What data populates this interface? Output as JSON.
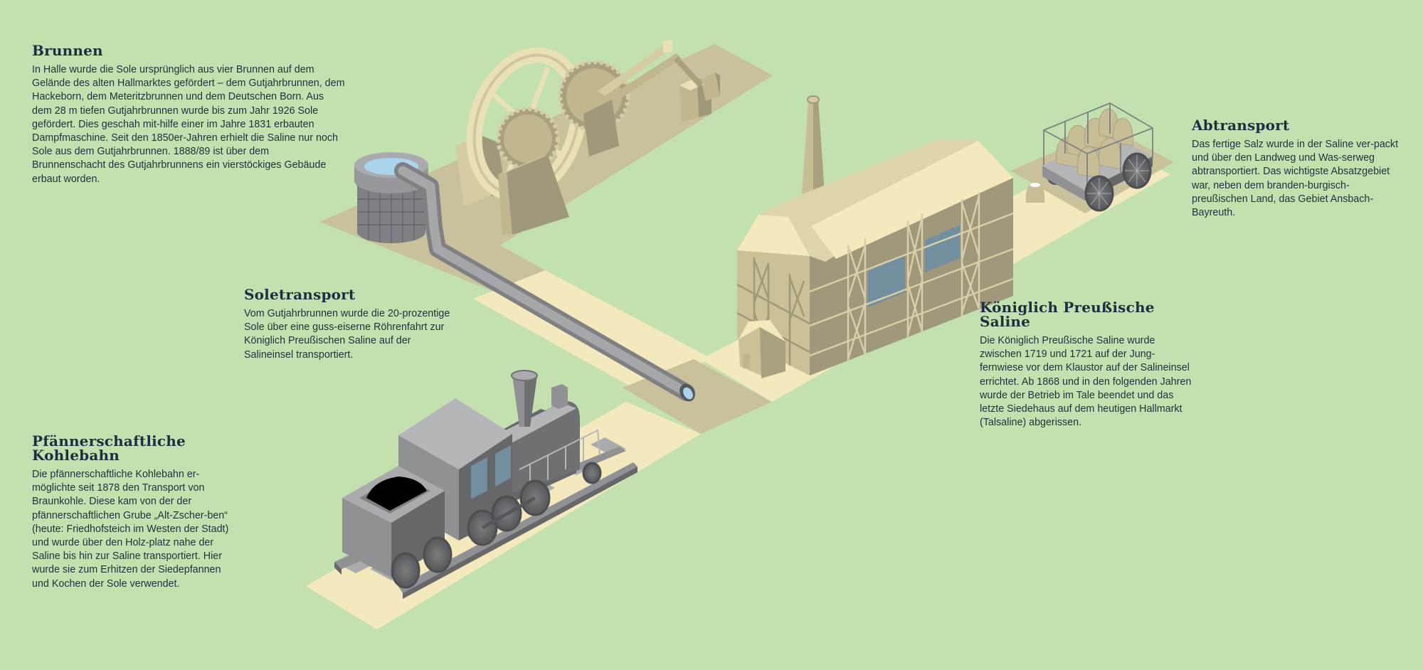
{
  "colors": {
    "background": "#c3e1ae",
    "ground_dark": "#c9c19c",
    "ground_light": "#f4e9bd",
    "building_light": "#f4e9bd",
    "building_mid": "#d6cca3",
    "building_dark": "#9f987a",
    "window": "#728fa0",
    "metal_light": "#b5b6b8",
    "metal_mid": "#8f9194",
    "metal_dark": "#65676b",
    "water": "#a9d5ec",
    "coal": "#000000",
    "heading": "#1d2e42",
    "text": "#1f2f3f"
  },
  "sections": {
    "brunnen": {
      "title": "Brunnen",
      "text": "In Halle wurde die Sole ursprünglich aus vier Brunnen auf dem Gelände des alten Hallmarktes gefördert – dem Gutjahrbrunnen, dem Hackeborn, dem Meteritzbrunnen und dem Deutschen Born. Aus dem 28 m tiefen Gutjahrbrunnen wurde bis zum Jahr 1926 Sole gefördert. Dies geschah mit-hilfe einer im Jahre 1831 erbauten Dampfmaschine. Seit den 1850er-Jahren erhielt die Saline nur noch Sole aus dem Gutjahrbrunnen. 1888/89 ist über dem Brunnenschacht des Gutjahrbrunnens ein vierstöckiges Gebäude erbaut worden."
    },
    "soletransport": {
      "title": "Soletransport",
      "text": "Vom Gutjahrbrunnen wurde die 20-prozentige Sole über eine guss-eiserne Röhrenfahrt zur Königlich Preußischen Saline auf der Salineinsel transportiert."
    },
    "kohlebahn": {
      "title": "Pfännerschaftliche Kohlebahn",
      "text": "Die pfännerschaftliche Kohlebahn er-möglichte seit 1878 den Transport von Braunkohle. Diese kam von der der pfännerschaftlichen Grube „Alt-Zscher-ben“ (heute: Friedhofsteich im Westen der Stadt) und wurde über den Holz-platz nahe der Saline bis hin zur Saline transportiert. Hier wurde sie zum Erhitzen der Siedepfannen und Kochen der Sole verwendet."
    },
    "saline": {
      "title": "Königlich Preußische Saline",
      "text": "Die Königlich Preußische Saline wurde zwischen 1719 und 1721 auf der Jung-fernwiese vor dem Klaustor auf der Salineinsel errichtet. Ab 1868 und in den folgenden Jahren wurde der Betrieb im Tale beendet und das letzte Siedehaus auf dem heutigen Hallmarkt (Talsaline) abgerissen."
    },
    "abtransport": {
      "title": "Abtransport",
      "text": "Das fertige Salz wurde in der Saline ver-packt und über den Landweg und Was-serweg abtransportiert. Das wichtigste Absatzgebiet war, neben dem branden-burgisch-preußischen Land, das Gebiet Ansbach-Bayreuth."
    }
  }
}
